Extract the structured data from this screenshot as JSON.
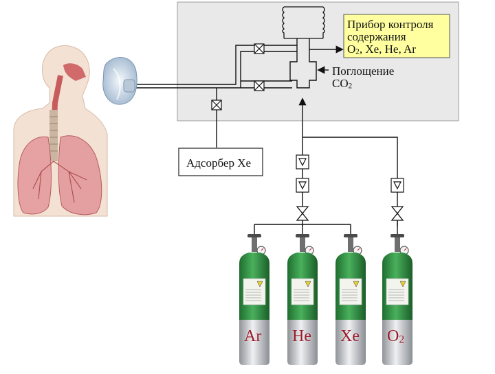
{
  "monitor": {
    "line1": "Прибор контроля",
    "line2": "содержания",
    "line3_pre": "O",
    "line3_sub": "2",
    "line3_post": ", Xe, He, Ar"
  },
  "co2_absorption": {
    "line1": "Поглощение",
    "line2_pre": "CO",
    "line2_sub": "2"
  },
  "xe_adsorber": {
    "label": "Адсорбер Xe"
  },
  "cylinders": [
    {
      "pre": "Ar",
      "sub": ""
    },
    {
      "pre": "He",
      "sub": ""
    },
    {
      "pre": "Xe",
      "sub": ""
    },
    {
      "pre": "O",
      "sub": "2"
    }
  ],
  "colors": {
    "panel_bg": "#e9e9e9",
    "monitor_box_bg": "#ffffa0",
    "cylinder_green": "#2d8a3e",
    "cylinder_silver": "#c7c9cc",
    "gas_label": "#9a1a2a",
    "lung_pink": "#e8a0a0"
  },
  "icons": [
    "valve-x-icon",
    "check-valve-icon",
    "bellows-icon",
    "mask-icon",
    "lungs-icon",
    "regulator-gauge-icon"
  ]
}
